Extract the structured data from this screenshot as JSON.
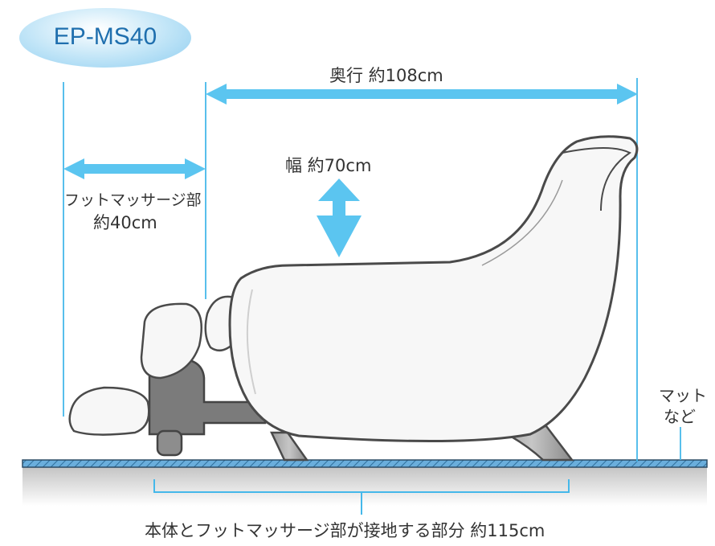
{
  "model": {
    "name": "EP-MS40"
  },
  "dimensions": {
    "depth": "奥行 約108cm",
    "width": "幅 約70cm",
    "foot_part_line1": "フットマッサージ部",
    "foot_part_line2": "約40cm",
    "floor_contact": "本体とフットマッサージ部が接地する部分 約115cm"
  },
  "floor": {
    "mat_line1": "マット",
    "mat_line2": "など"
  },
  "colors": {
    "arrow": "#5bc5f0",
    "guide": "#45b8ea",
    "bracket": "#45b8ea",
    "mat": "#62a8d8",
    "chair": "#f7f7f7",
    "outline": "#4a4a4a",
    "legs": "#a9a9a9",
    "base": "#7b7b7b"
  }
}
